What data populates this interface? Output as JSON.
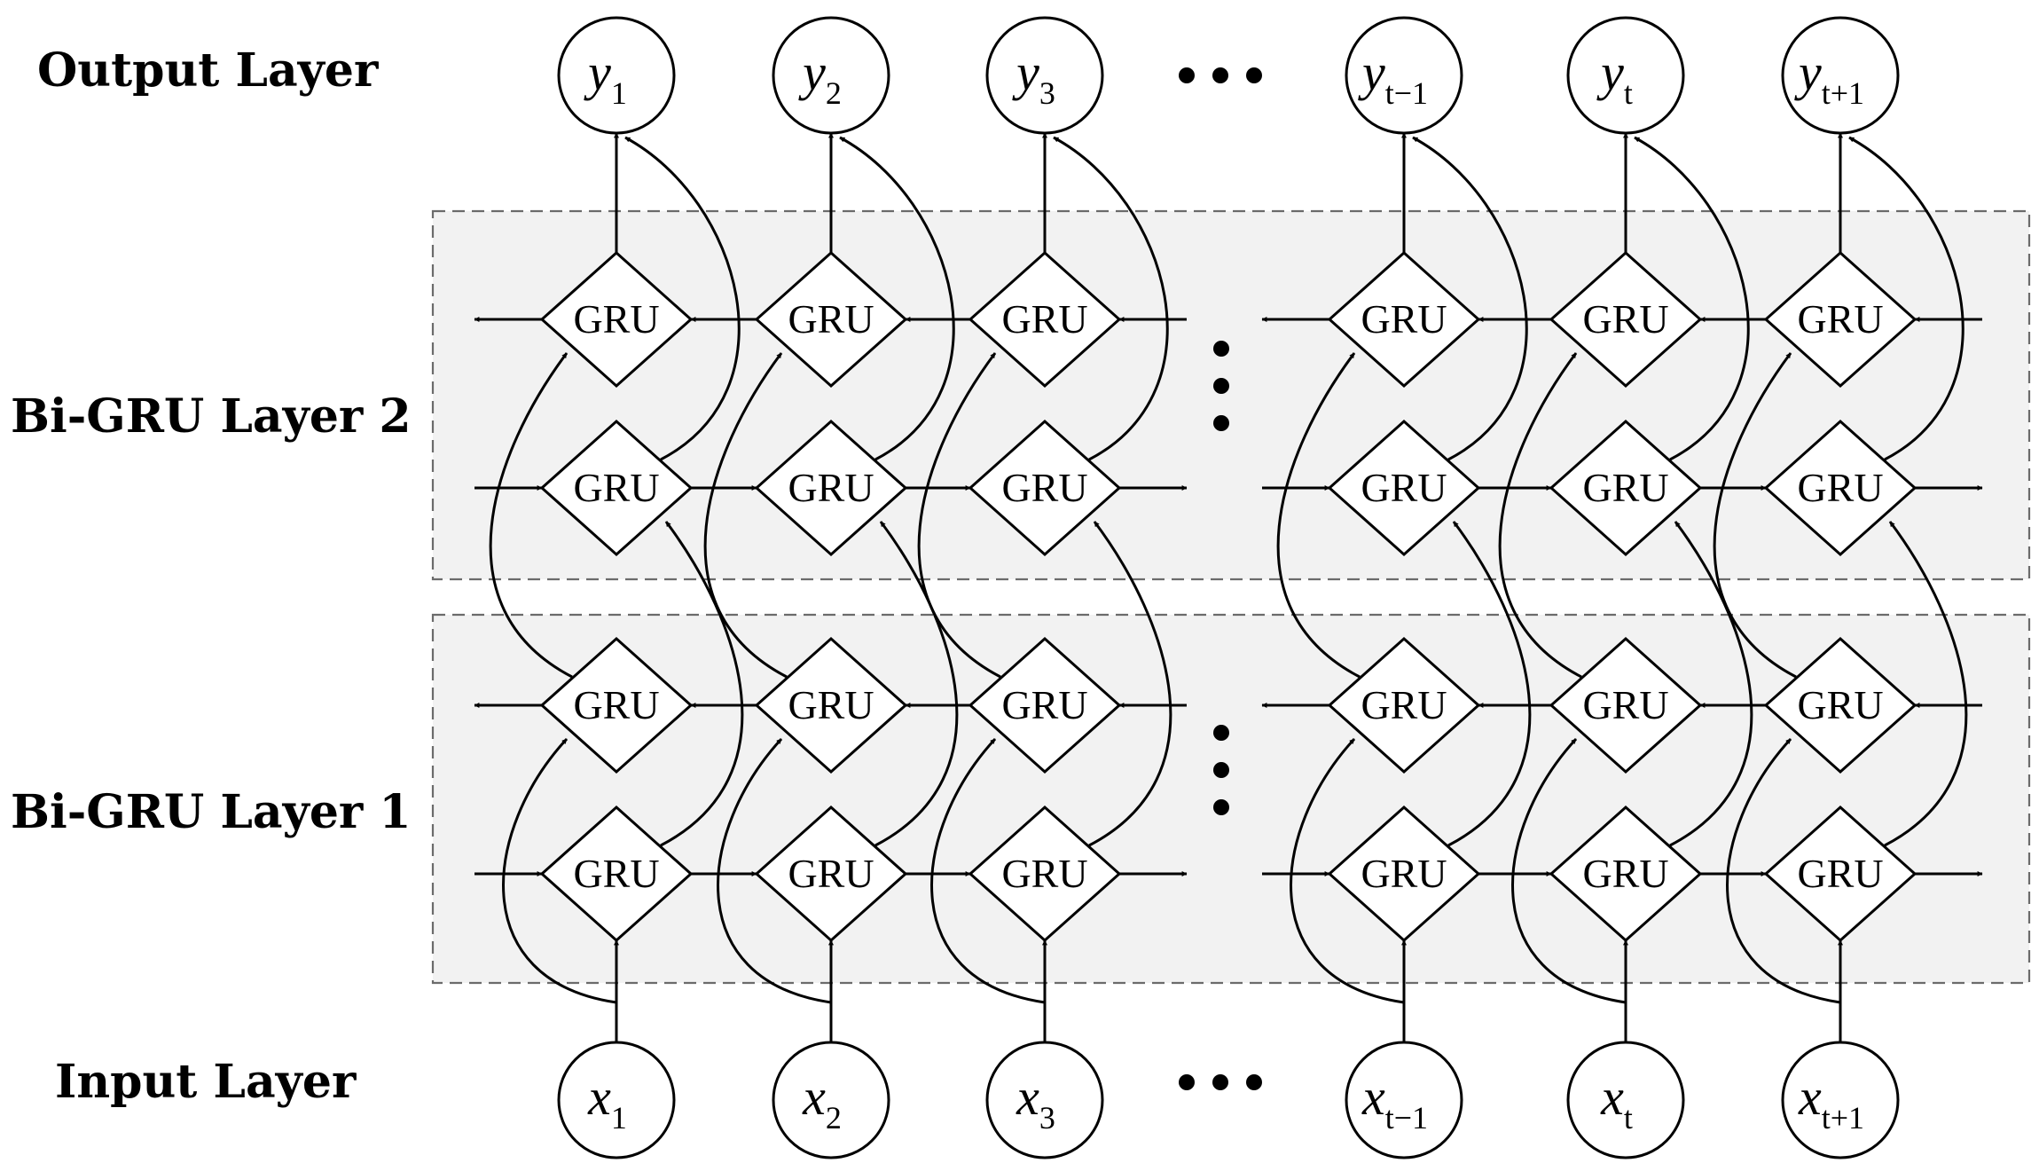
{
  "layer_labels": {
    "output": "Output Layer",
    "bigru2": "Bi-GRU Layer 2",
    "bigru1": "Bi-GRU Layer 1",
    "input": "Input Layer"
  },
  "gru_label": "GRU",
  "output_nodes": [
    {
      "var": "y",
      "sub": "1"
    },
    {
      "var": "y",
      "sub": "2"
    },
    {
      "var": "y",
      "sub": "3"
    },
    {
      "var": "y",
      "sub": "t−1"
    },
    {
      "var": "y",
      "sub": "t"
    },
    {
      "var": "y",
      "sub": "t+1"
    }
  ],
  "input_nodes": [
    {
      "var": "x",
      "sub": "1"
    },
    {
      "var": "x",
      "sub": "2"
    },
    {
      "var": "x",
      "sub": "3"
    },
    {
      "var": "x",
      "sub": "t−1"
    },
    {
      "var": "x",
      "sub": "t"
    },
    {
      "var": "x",
      "sub": "t+1"
    }
  ]
}
